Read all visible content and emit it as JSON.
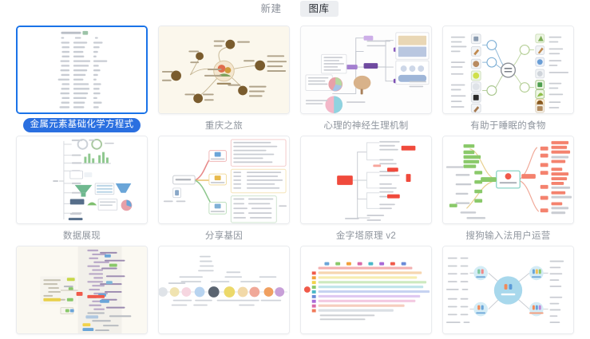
{
  "tabs": [
    {
      "label": "新建",
      "active": false,
      "name": "tab-new"
    },
    {
      "label": "图库",
      "active": true,
      "name": "tab-gallery"
    }
  ],
  "gallery": {
    "selected_index": 0,
    "items": [
      {
        "title": "金属元素基础化学方程式",
        "style": "table-list",
        "bg": "#ffffff",
        "selected": true
      },
      {
        "title": "重庆之旅",
        "style": "radial-brown",
        "bg": "#fbf7ec",
        "selected": false
      },
      {
        "title": "心理的神经生理机制",
        "style": "purple-img",
        "bg": "#fdfdfd",
        "selected": false
      },
      {
        "title": "有助于睡眠的食物",
        "style": "icon-balance",
        "bg": "#ffffff",
        "selected": false
      },
      {
        "title": "数据展现",
        "style": "chart-tree",
        "bg": "#ffffff",
        "selected": false
      },
      {
        "title": "分享基因",
        "style": "tri-color",
        "bg": "#ffffff",
        "selected": false
      },
      {
        "title": "金字塔原理 v2",
        "style": "red-outline",
        "bg": "#ffffff",
        "selected": false
      },
      {
        "title": "搜狗输入法用户运营",
        "style": "green-red",
        "bg": "#ffffff",
        "selected": false
      },
      {
        "title": "",
        "style": "dense-purple",
        "bg": "#fbf9f2",
        "selected": false
      },
      {
        "title": "",
        "style": "timeline",
        "bg": "#ffffff",
        "selected": false
      },
      {
        "title": "",
        "style": "dense-color",
        "bg": "#ffffff",
        "selected": false
      },
      {
        "title": "",
        "style": "blue-people",
        "bg": "#ffffff",
        "selected": false
      }
    ]
  },
  "colors": {
    "accent": "#1a73e8",
    "selected_label_bg": "#2a6fe0",
    "tab_active_bg": "#eceef1",
    "caption_text": "#8e949d",
    "card_border": "#e9ebee"
  }
}
